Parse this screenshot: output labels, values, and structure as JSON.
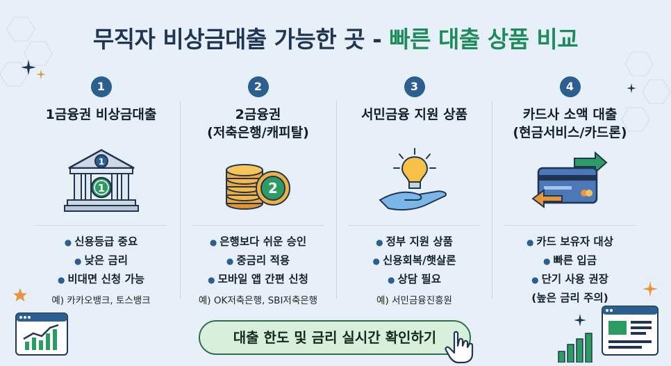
{
  "title": {
    "part1": "무직자 비상금대출 가능한 곳 - ",
    "part2": "빠른 대출 상품 비교"
  },
  "columns": [
    {
      "number": "1",
      "heading_line1": "1금융권 비상금대출",
      "heading_line2": "",
      "illustration_icon": "bank-building-icon",
      "bullets": [
        "신용등급 중요",
        "낮은 금리",
        "비대면 신청 가능"
      ],
      "example": "예) 카카오뱅크, 토스뱅크"
    },
    {
      "number": "2",
      "heading_line1": "2금융권",
      "heading_line2": "(저축은행/캐피탈)",
      "illustration_icon": "coin-stack-icon",
      "bullets": [
        "은행보다 쉬운 승인",
        "중금리 적용",
        "모바일 앱 간편 신청"
      ],
      "example": "예) OK저축은행, SBI저축은행"
    },
    {
      "number": "3",
      "heading_line1": "서민금융 지원 상품",
      "heading_line2": "",
      "illustration_icon": "hand-lightbulb-icon",
      "bullets": [
        "정부 지원 상품",
        "신용회복/햇살론",
        "상담 필요"
      ],
      "example": "예) 서민금융진흥원"
    },
    {
      "number": "4",
      "heading_line1": "카드사 소액 대출",
      "heading_line2": "(현금서비스/카드론)",
      "illustration_icon": "credit-card-arrows-icon",
      "bullets": [
        "카드 보유자 대상",
        "빠른 입금",
        "단기 사용 권장",
        "(높은 금리 주의)"
      ],
      "example": ""
    }
  ],
  "cta": {
    "label": "대출 한도 및 금리 실시간 확인하기",
    "icon": "pointer-hand-icon"
  },
  "colors": {
    "background": "#e7f0f8",
    "title_dark": "#1f3553",
    "title_green": "#1d8c5a",
    "number_badge": "#2b5f8f",
    "cta_fill": "#d8efdc",
    "cta_border": "#2d6e4d",
    "star": "#e8953a"
  }
}
